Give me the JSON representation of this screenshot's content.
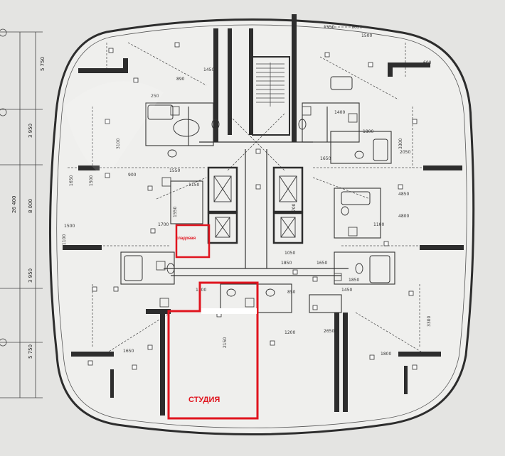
{
  "labels": {
    "studio": "СТУДИЯ",
    "storage": "кладовая"
  },
  "dimensions_left": [
    "5 750",
    "3 950",
    "26 400",
    "8 000",
    "3 950",
    "5 750"
  ],
  "dimensions_interior": [
    "1450",
    "250",
    "890",
    "3100",
    "1650",
    "1500",
    "1550",
    "1700",
    "1150",
    "1550",
    "900",
    "1500",
    "1100",
    "1650",
    "1050",
    "700",
    "1400",
    "3300",
    "1650",
    "1550",
    "1500",
    "600",
    "1800",
    "2050",
    "1650",
    "4850",
    "4800",
    "1100",
    "1850",
    "1850",
    "1450",
    "850",
    "2150",
    "1300",
    "2650",
    "1650",
    "1800",
    "1200",
    "3300"
  ],
  "colors": {
    "paper": "#e9e9e7",
    "wall": "#2d2d2d",
    "line": "#3a3a3a",
    "highlight": "#e0141e"
  },
  "icons": [
    "stair-icon",
    "elevator-icon",
    "toilet-icon",
    "bathtub-icon",
    "sink-icon",
    "column-icon"
  ]
}
